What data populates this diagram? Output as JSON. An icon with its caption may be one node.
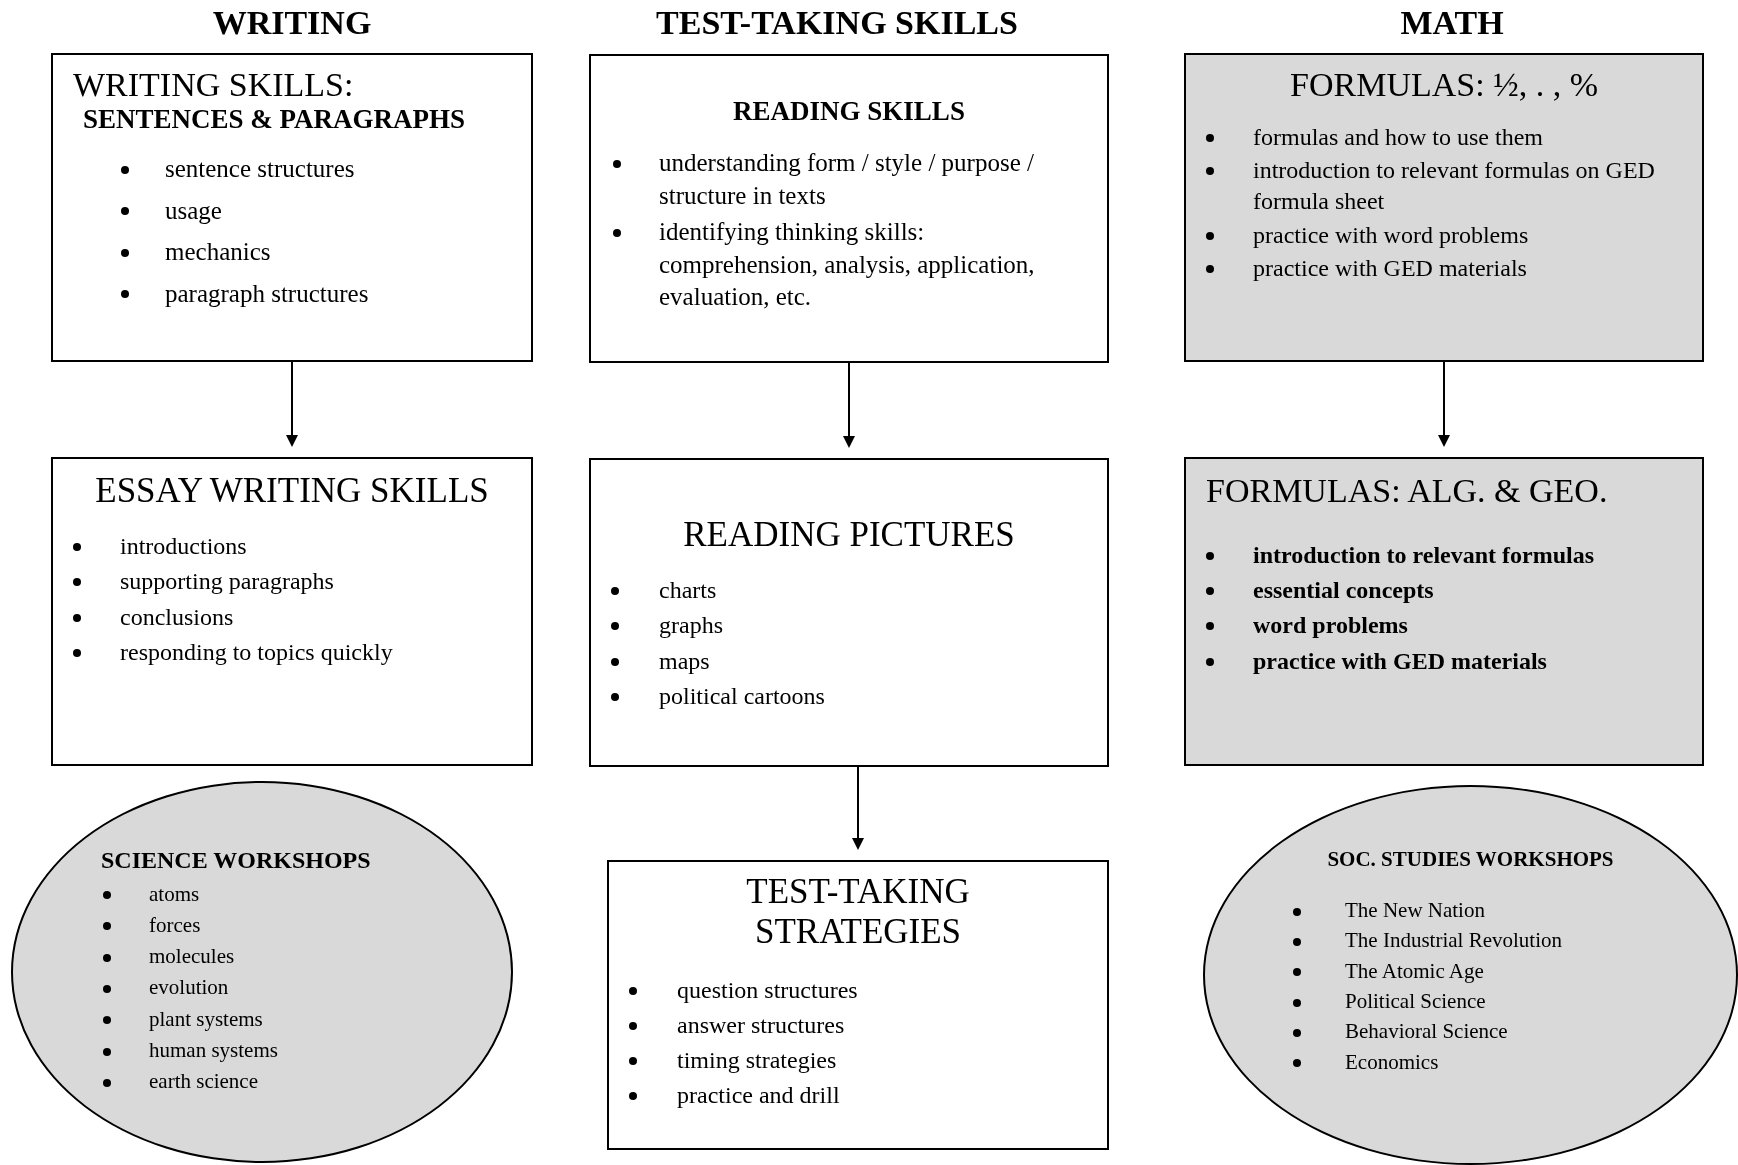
{
  "diagram": {
    "nodes": [
      {
        "text": [
          "WRITING SKILLS:",
          "SENTENCES & PARAGRAPHS",
          "sentence structures",
          "usage",
          "mechanics",
          "paragraph structures"
        ]
      },
      {
        "text": [
          "READING SKILLS",
          "understanding  form / style / purpose / structure in texts",
          "identifying thinking skills: comprehension, analysis, application, evaluation, etc."
        ]
      },
      {
        "text": [
          "FORMULAS: ½, . , %",
          "formulas and how to use them",
          "introduction to relevant formulas on GED formula sheet",
          "practice with word problems",
          "practice with GED materials"
        ]
      },
      {
        "text": [
          "ESSAY WRITING SKILLS",
          "introductions",
          "supporting paragraphs",
          "conclusions",
          "responding to topics quickly"
        ]
      },
      {
        "text": [
          "READING PICTURES",
          "charts",
          "graphs",
          "maps",
          "political cartoons"
        ]
      },
      {
        "text": [
          "FORMULAS: ALG. & GEO.",
          "introduction to relevant formulas",
          "essential concepts",
          "word problems",
          "practice with GED materials"
        ]
      },
      {
        "text": [
          "SCIENCE WORKSHOPS",
          "atoms",
          "forces",
          "molecules",
          "evolution",
          "plant systems",
          "human systems",
          "earth science"
        ]
      },
      {
        "text": [
          "TEST-TAKING STRATEGIES",
          "question structures",
          "answer structures",
          "timing strategies",
          "practice and drill"
        ]
      },
      {
        "text": [
          "SOC. STUDIES WORKSHOPS",
          "The New Nation",
          "The Industrial Revolution",
          "The Atomic Age",
          "Political Science",
          "Behavioral Science",
          "Economics"
        ]
      }
    ],
    "edges": [
      {
        "from": 0,
        "to": 3,
        "arrow": "to"
      },
      {
        "from": 1,
        "to": 4,
        "arrow": "to"
      },
      {
        "from": 2,
        "to": 5,
        "arrow": "to"
      },
      {
        "from": 4,
        "to": 7,
        "arrow": "to"
      }
    ],
    "labels": [
      "WRITING",
      "TEST-TAKING SKILLS",
      "MATH"
    ]
  }
}
